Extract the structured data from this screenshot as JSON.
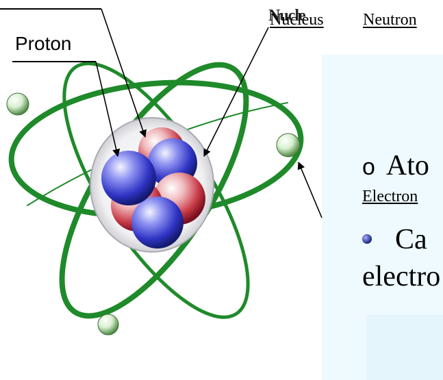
{
  "labels": {
    "proton": "Proton",
    "nucle": "Nucle",
    "nucleus": "Nucleus",
    "neutron": "Neutron"
  },
  "text_block": {
    "bullet1_marker": "o",
    "bullet1_text": "Ato",
    "electron_link": "Electron",
    "bullet2_text": "Ca",
    "bullet2_continuation": "electro"
  },
  "colors": {
    "orbit_green": "#1f8a2a",
    "proton_blue": "#3a3fd0",
    "neutron_red": "#c83a46",
    "electron_sphere": "#d8f0d0",
    "panel_background": "#eefaff"
  },
  "icons": {
    "bullet1": "hollow-circle-bullet",
    "bullet2": "blue-sphere-bullet"
  }
}
